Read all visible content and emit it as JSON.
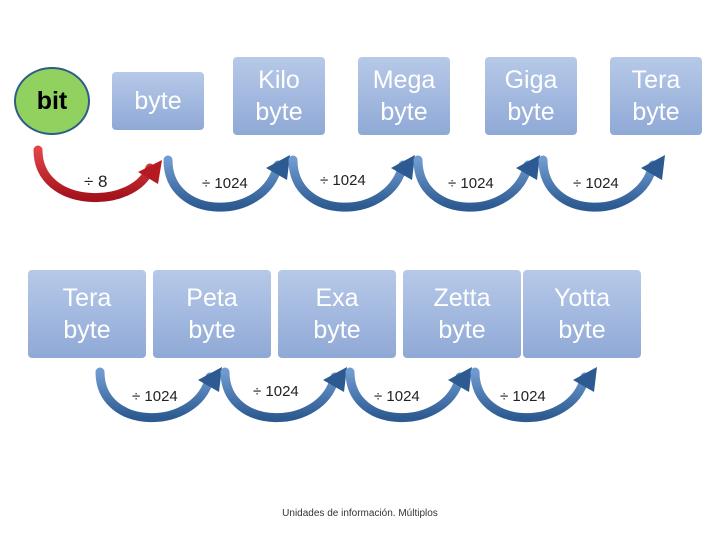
{
  "units": {
    "bit": "bit",
    "byte": "byte",
    "kilo": "Kilo\nbyte",
    "mega": "Mega\nbyte",
    "giga": "Giga\nbyte",
    "tera_top": "Tera\nbyte",
    "tera": "Tera\nbyte",
    "peta": "Peta\nbyte",
    "exa": "Exa\nbyte",
    "zetta": "Zetta\nbyte",
    "yotta": "Yotta\nbyte"
  },
  "ops": {
    "bit_byte": "÷ 8",
    "byte_kilo": "÷ 1024",
    "kilo_mega": "÷ 1024",
    "mega_giga": "÷ 1024",
    "giga_tera": "÷ 1024",
    "tera_peta": "÷ 1024",
    "peta_exa": "÷ 1024",
    "exa_zetta": "÷ 1024",
    "zetta_yotta": "÷ 1024"
  },
  "footer": "Unidades de información. Múltiplos",
  "colors": {
    "box_top": "#b7c9e8",
    "box_bottom": "#8fa9d6",
    "bit_fill": "#90d160",
    "arrow_blue": "#3f73ad",
    "arrow_red": "#c0202a"
  }
}
